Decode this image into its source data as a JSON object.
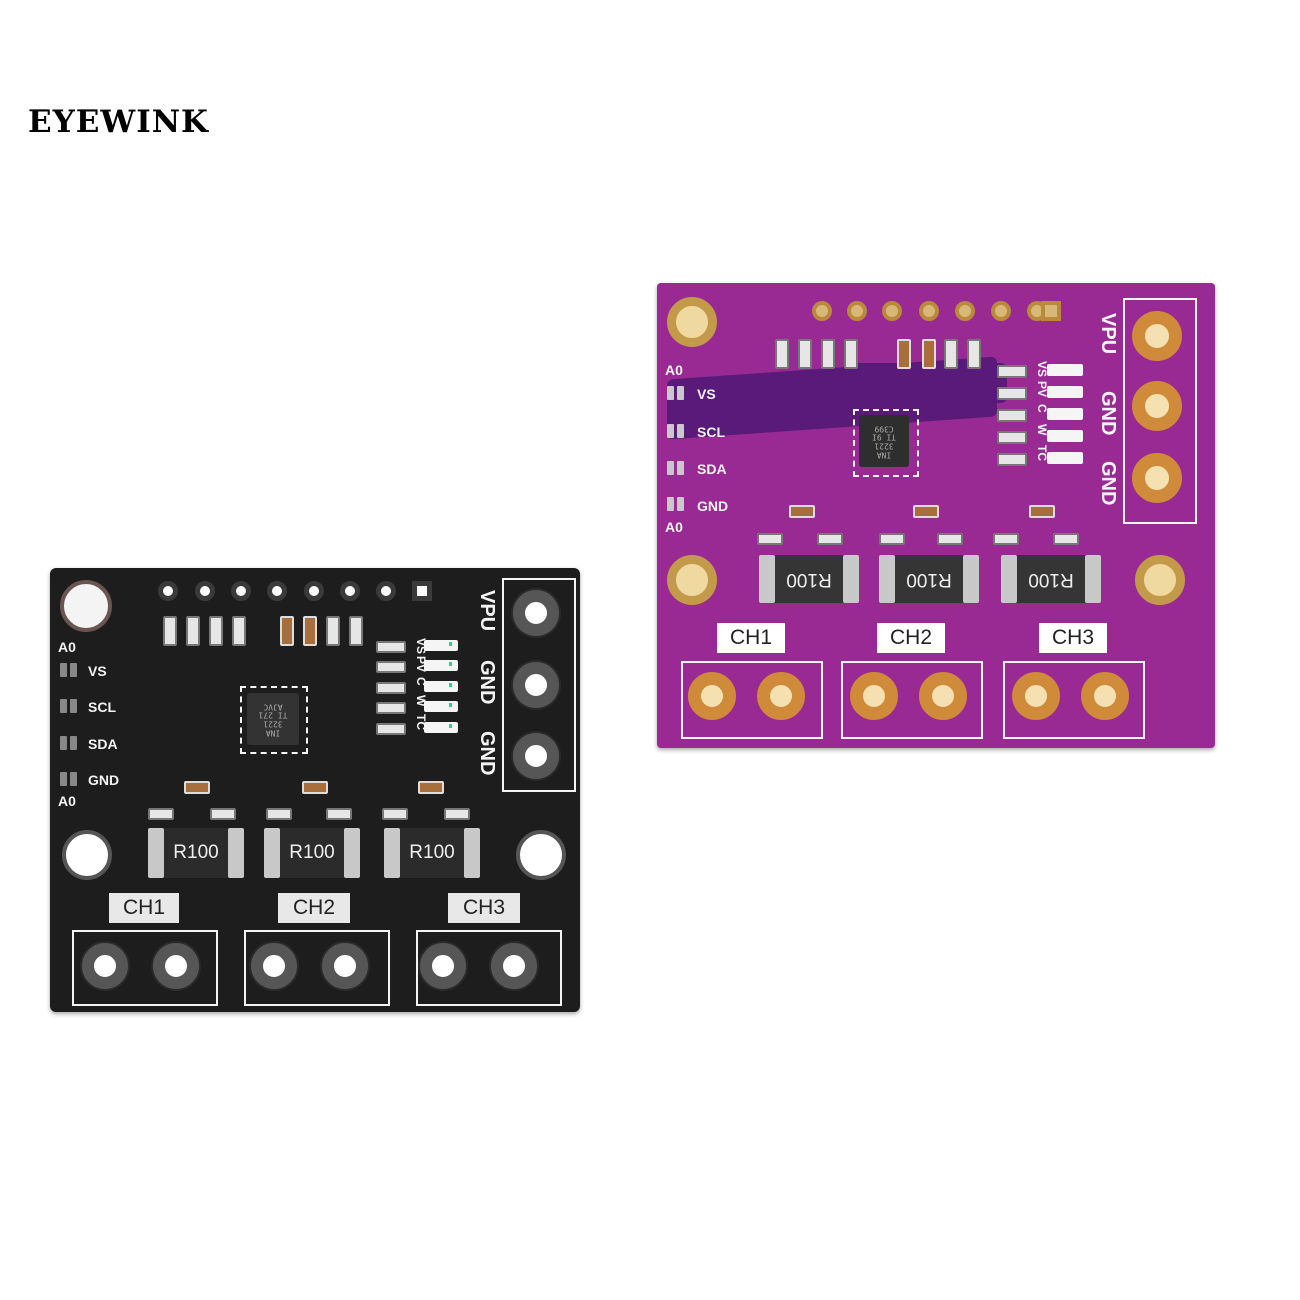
{
  "brand": {
    "text": "EYEWINK"
  },
  "boards": {
    "black": {
      "color": "#1d1d1d",
      "left_labels": [
        "A0",
        "VS",
        "SCL",
        "SDA",
        "GND",
        "A0"
      ],
      "right_header_labels": [
        "VPU",
        "GND",
        "GND"
      ],
      "led_labels": [
        "VS",
        "PV",
        "C",
        "W",
        "TC"
      ],
      "resistor_labels": [
        "R100",
        "R100",
        "R100"
      ],
      "channel_labels": [
        "CH1",
        "CH2",
        "CH3"
      ],
      "chip_marking": "INA\n3221\nTI 271\nAJVC"
    },
    "purple": {
      "color": "#9a2a93",
      "left_labels": [
        "A0",
        "VS",
        "SCL",
        "SDA",
        "GND",
        "A0"
      ],
      "right_header_labels": [
        "VPU",
        "GND",
        "GND"
      ],
      "led_labels": [
        "VS",
        "PV",
        "C",
        "W",
        "TC"
      ],
      "resistor_labels": [
        "R100",
        "R100",
        "R100"
      ],
      "channel_labels": [
        "CH1",
        "CH2",
        "CH3"
      ],
      "chip_marking": "INA\n3221\nTI 9I\nC399"
    }
  }
}
